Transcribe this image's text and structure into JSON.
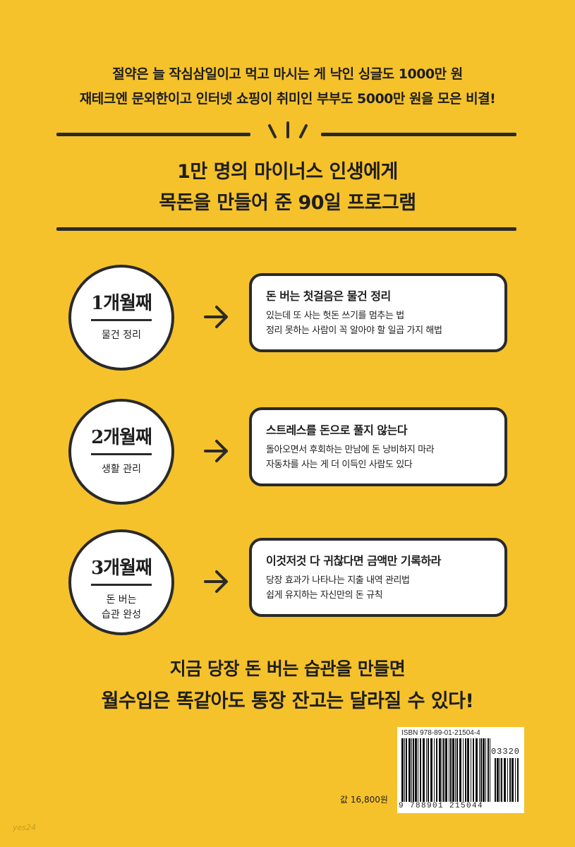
{
  "intro": {
    "line1": "절약은 늘 작심삼일이고 먹고 마시는 게 낙인 싱글도 1000만 원",
    "line2": "재테크엔 문외한이고 인터넷 쇼핑이 취미인 부부도 5000만 원을 모은 비결!"
  },
  "headline": {
    "line1": "1만 명의 마이너스 인생에게",
    "line2": "목돈을 만들어 준 90일 프로그램"
  },
  "steps": [
    {
      "month": "1개월째",
      "sub1": "물건 정리",
      "sub2": "",
      "title": "돈 버는 첫걸음은 물건 정리",
      "line1": "있는데 또 사는 헛돈 쓰기를 멈추는 법",
      "line2": "정리 못하는 사람이 꼭 알아야 할 일곱 가지 해법"
    },
    {
      "month": "2개월째",
      "sub1": "생활 관리",
      "sub2": "",
      "title": "스트레스를 돈으로 풀지 않는다",
      "line1": "돌아오면서 후회하는 만남에 돈 낭비하지 마라",
      "line2": "자동차를 사는 게 더 이득인 사람도 있다"
    },
    {
      "month": "3개월째",
      "sub1": "돈 버는",
      "sub2": "습관 완성",
      "title": "이것저것 다 귀찮다면 금액만 기록하라",
      "line1": "당장 효과가 나타나는 지출 내역 관리법",
      "line2": "쉽게 유지하는 자신만의 돈 규칙"
    }
  ],
  "closing": {
    "line1": "지금 당장 돈 버는 습관을 만들면",
    "line2": "월수입은 똑같아도 통장 잔고는 달라질 수 있다!"
  },
  "barcode": {
    "isbn": "ISBN 978-89-01-21504-4",
    "addon": "03320",
    "digits": "9 788901 215044"
  },
  "price": "값 16,800원",
  "logo": "yes24",
  "colors": {
    "background": "#f5c22b",
    "ink": "#2a2a2a",
    "card": "#ffffff"
  }
}
